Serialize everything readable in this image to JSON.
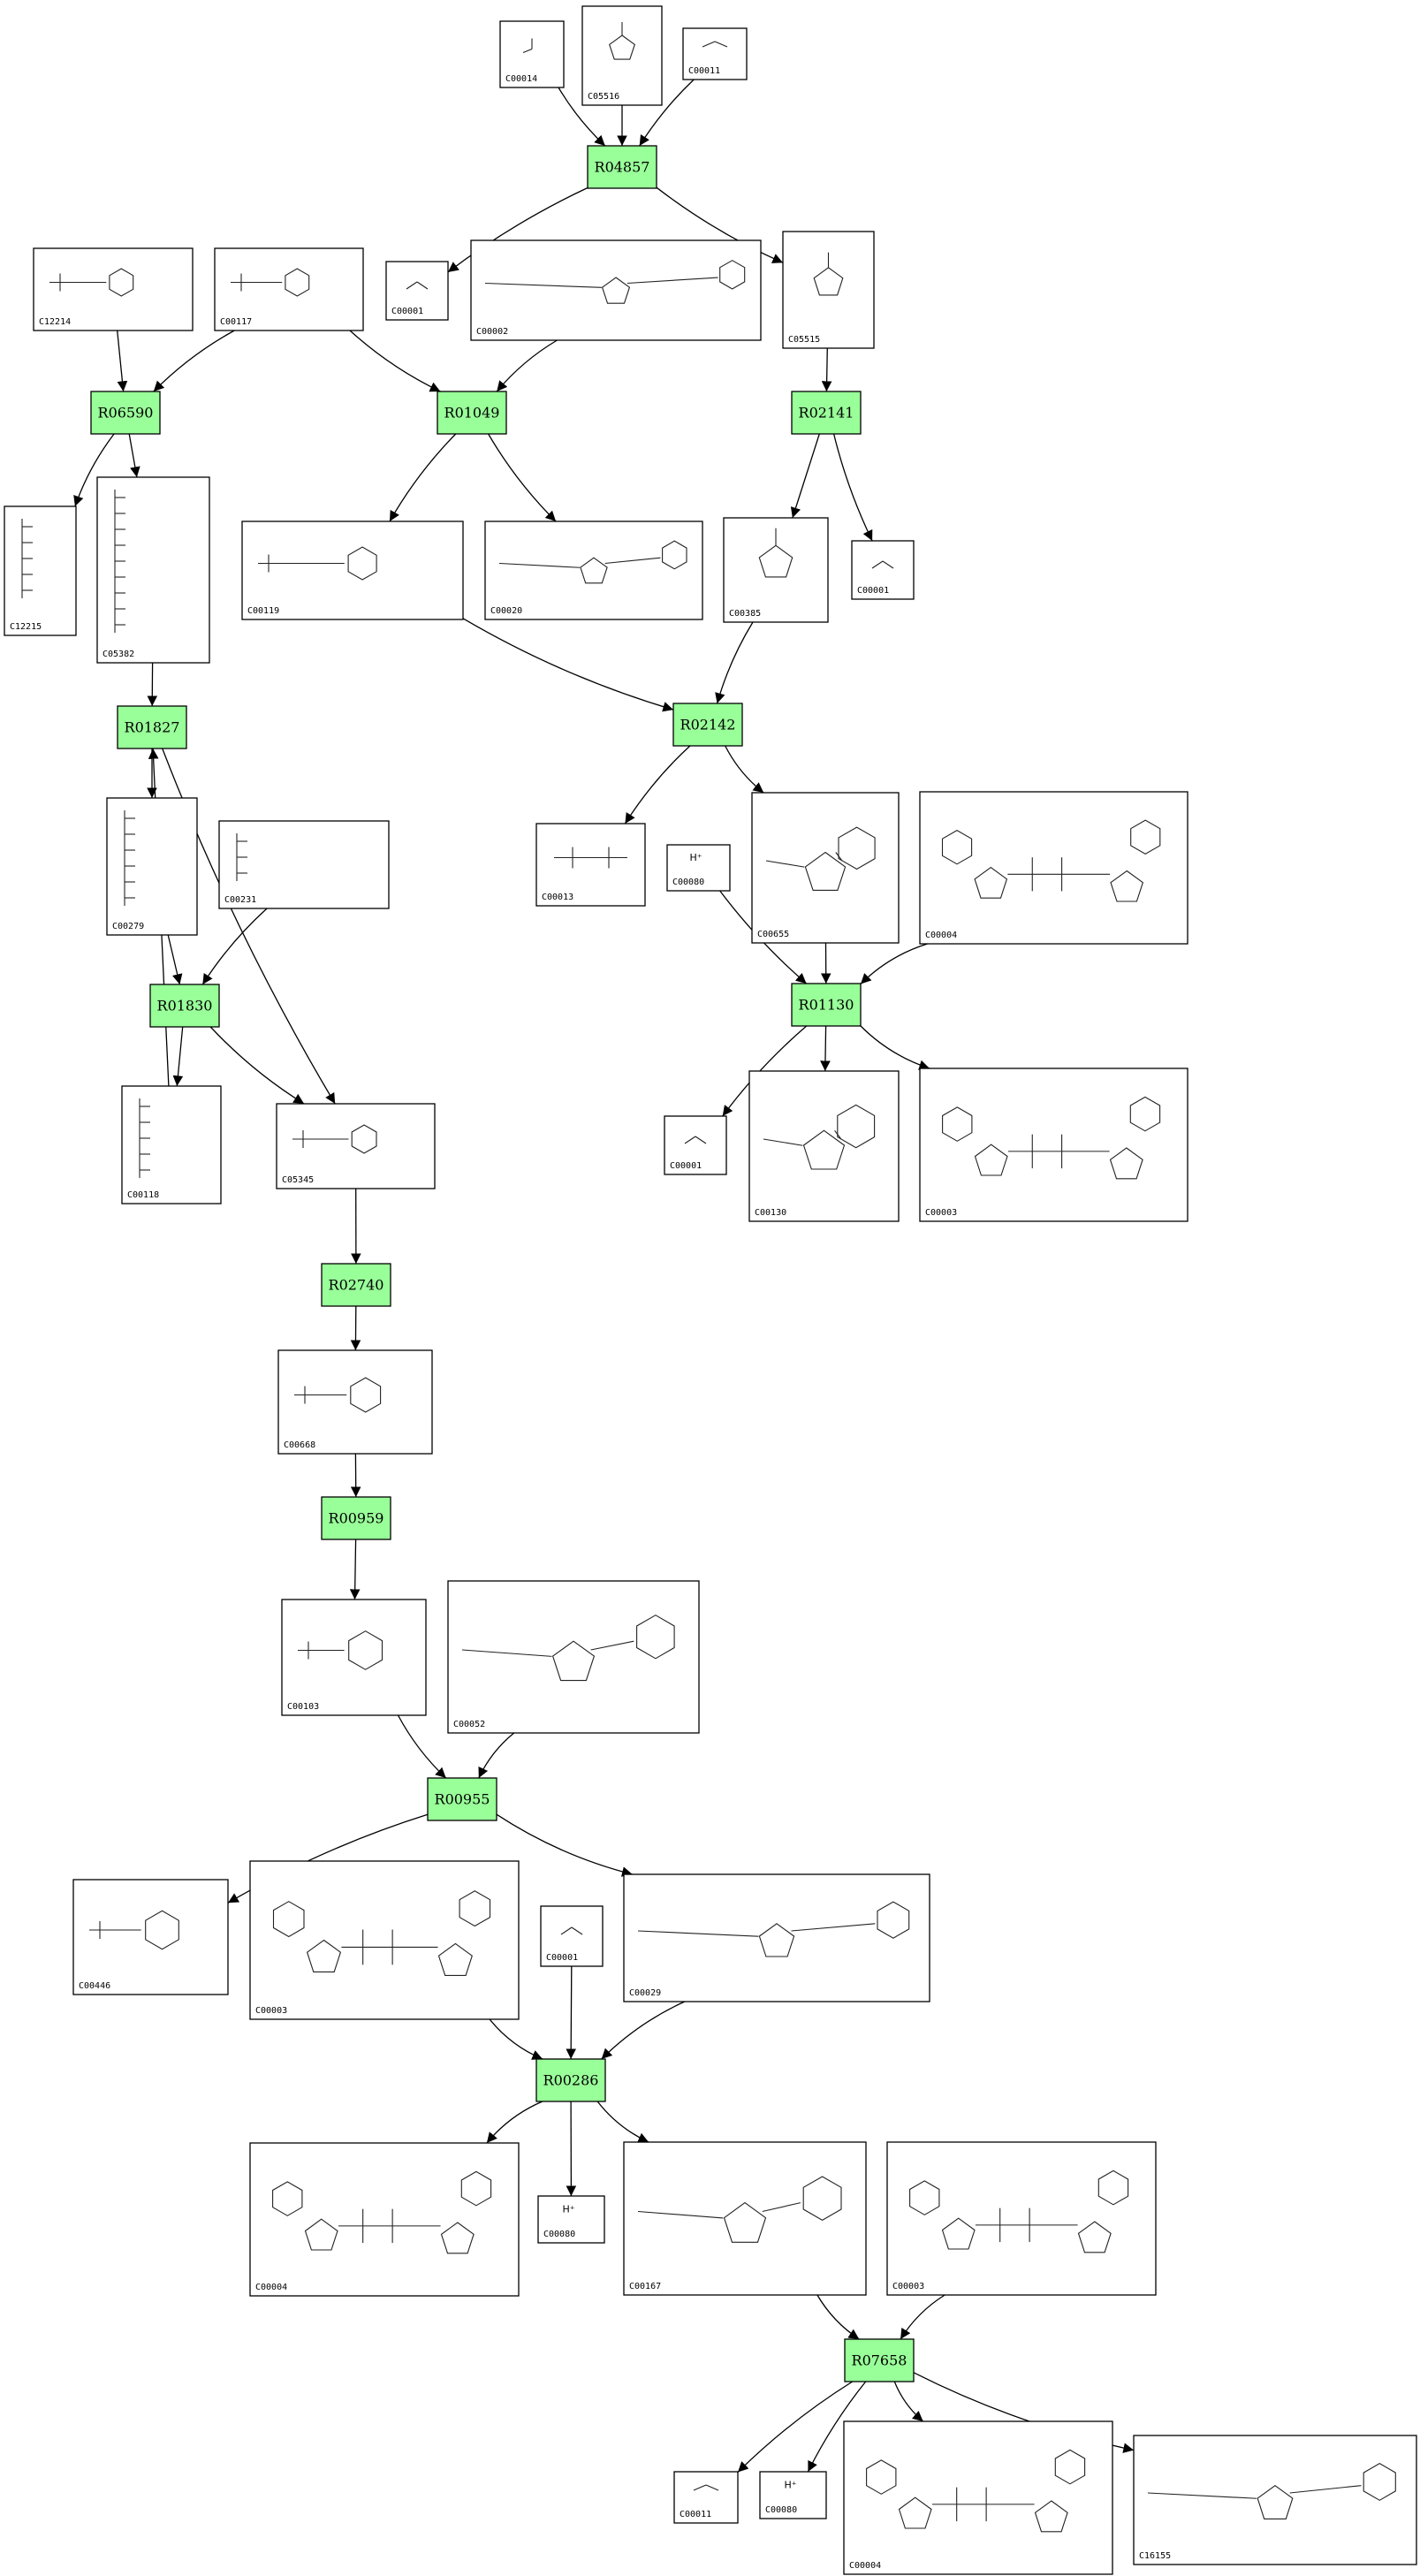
{
  "reactions": [
    {
      "id": "r04857",
      "label": "R04857"
    },
    {
      "id": "r06590",
      "label": "R06590"
    },
    {
      "id": "r01049",
      "label": "R01049"
    },
    {
      "id": "r02141",
      "label": "R02141"
    },
    {
      "id": "r01827",
      "label": "R01827"
    },
    {
      "id": "r02142",
      "label": "R02142"
    },
    {
      "id": "r01830",
      "label": "R01830"
    },
    {
      "id": "r01130",
      "label": "R01130"
    },
    {
      "id": "r02740",
      "label": "R02740"
    },
    {
      "id": "r00959",
      "label": "R00959"
    },
    {
      "id": "r00955",
      "label": "R00955"
    },
    {
      "id": "r00286",
      "label": "R00286"
    },
    {
      "id": "r07658",
      "label": "R07658"
    }
  ],
  "compounds": [
    {
      "id": "c00014_top",
      "label": "C00014",
      "kind": "ammonia"
    },
    {
      "id": "c05516_top",
      "label": "C05516",
      "kind": "ring"
    },
    {
      "id": "c00011_top",
      "label": "C00011",
      "kind": "co2"
    },
    {
      "id": "c12214",
      "label": "C12214",
      "kind": "sugar"
    },
    {
      "id": "c00117",
      "label": "C00117",
      "kind": "sugar"
    },
    {
      "id": "c00001_a",
      "label": "C00001",
      "kind": "water"
    },
    {
      "id": "c00002",
      "label": "C00002",
      "kind": "nucleotide"
    },
    {
      "id": "c05515",
      "label": "C05515",
      "kind": "ring"
    },
    {
      "id": "c12215",
      "label": "C12215",
      "kind": "chain"
    },
    {
      "id": "c05382",
      "label": "C05382",
      "kind": "chain"
    },
    {
      "id": "c00119",
      "label": "C00119",
      "kind": "sugar"
    },
    {
      "id": "c00020",
      "label": "C00020",
      "kind": "nucleotide"
    },
    {
      "id": "c00385",
      "label": "C00385",
      "kind": "ring"
    },
    {
      "id": "c00001_b",
      "label": "C00001",
      "kind": "water"
    },
    {
      "id": "c00279",
      "label": "C00279",
      "kind": "chain"
    },
    {
      "id": "c00231",
      "label": "C00231",
      "kind": "chain"
    },
    {
      "id": "c00013",
      "label": "C00013",
      "kind": "phosphate"
    },
    {
      "id": "c00080_a",
      "label": "C00080",
      "kind": "proton"
    },
    {
      "id": "c00655",
      "label": "C00655",
      "kind": "nucleotide"
    },
    {
      "id": "c00004_a",
      "label": "C00004",
      "kind": "dinucleotide"
    },
    {
      "id": "c00118",
      "label": "C00118",
      "kind": "chain"
    },
    {
      "id": "c05345",
      "label": "C05345",
      "kind": "sugar"
    },
    {
      "id": "c00001_c",
      "label": "C00001",
      "kind": "water"
    },
    {
      "id": "c00130",
      "label": "C00130",
      "kind": "nucleotide"
    },
    {
      "id": "c00003_a",
      "label": "C00003",
      "kind": "dinucleotide"
    },
    {
      "id": "c00668",
      "label": "C00668",
      "kind": "sugar"
    },
    {
      "id": "c00103",
      "label": "C00103",
      "kind": "sugar"
    },
    {
      "id": "c00052",
      "label": "C00052",
      "kind": "nucleotide"
    },
    {
      "id": "c00446",
      "label": "C00446",
      "kind": "sugar"
    },
    {
      "id": "c00003_b",
      "label": "C00003",
      "kind": "dinucleotide"
    },
    {
      "id": "c00001_d",
      "label": "C00001",
      "kind": "water"
    },
    {
      "id": "c00029",
      "label": "C00029",
      "kind": "nucleotide"
    },
    {
      "id": "c00004_b",
      "label": "C00004",
      "kind": "dinucleotide"
    },
    {
      "id": "c00080_b",
      "label": "C00080",
      "kind": "proton"
    },
    {
      "id": "c00167",
      "label": "C00167",
      "kind": "nucleotide"
    },
    {
      "id": "c00003_c",
      "label": "C00003",
      "kind": "dinucleotide"
    },
    {
      "id": "c00011_bot",
      "label": "C00011",
      "kind": "co2"
    },
    {
      "id": "c00080_c",
      "label": "C00080",
      "kind": "proton"
    },
    {
      "id": "c00004_c",
      "label": "C00004",
      "kind": "dinucleotide"
    },
    {
      "id": "c16155",
      "label": "C16155",
      "kind": "nucleotide"
    }
  ],
  "edges": [
    [
      "c00014_top",
      "r04857"
    ],
    [
      "c05516_top",
      "r04857"
    ],
    [
      "c00011_top",
      "r04857"
    ],
    [
      "r04857",
      "c00001_a"
    ],
    [
      "r04857",
      "c05515"
    ],
    [
      "c12214",
      "r06590"
    ],
    [
      "c00117",
      "r06590"
    ],
    [
      "c00117",
      "r01049"
    ],
    [
      "c00002",
      "r01049"
    ],
    [
      "c05515",
      "r02141"
    ],
    [
      "r06590",
      "c12215"
    ],
    [
      "r06590",
      "c05382"
    ],
    [
      "r01049",
      "c00119"
    ],
    [
      "r01049",
      "c00020"
    ],
    [
      "r02141",
      "c00385"
    ],
    [
      "r02141",
      "c00001_b"
    ],
    [
      "c05382",
      "r01827"
    ],
    [
      "c00119",
      "r02142"
    ],
    [
      "c00385",
      "r02142"
    ],
    [
      "r01827",
      "c00279"
    ],
    [
      "r01827",
      "c05345"
    ],
    [
      "r02142",
      "c00013"
    ],
    [
      "r02142",
      "c00655"
    ],
    [
      "c00279",
      "r01830"
    ],
    [
      "c00231",
      "r01830"
    ],
    [
      "r01830",
      "c00118"
    ],
    [
      "r01830",
      "c05345"
    ],
    [
      "c00118",
      "r01827"
    ],
    [
      "c00080_a",
      "r01130"
    ],
    [
      "c00655",
      "r01130"
    ],
    [
      "c00004_a",
      "r01130"
    ],
    [
      "r01130",
      "c00001_c"
    ],
    [
      "r01130",
      "c00130"
    ],
    [
      "r01130",
      "c00003_a"
    ],
    [
      "c05345",
      "r02740"
    ],
    [
      "r02740",
      "c00668"
    ],
    [
      "c00668",
      "r00959"
    ],
    [
      "r00959",
      "c00103"
    ],
    [
      "c00103",
      "r00955"
    ],
    [
      "c00052",
      "r00955"
    ],
    [
      "r00955",
      "c00446"
    ],
    [
      "r00955",
      "c00029"
    ],
    [
      "c00003_b",
      "r00286"
    ],
    [
      "c00001_d",
      "r00286"
    ],
    [
      "c00029",
      "r00286"
    ],
    [
      "r00286",
      "c00004_b"
    ],
    [
      "r00286",
      "c00080_b"
    ],
    [
      "r00286",
      "c00167"
    ],
    [
      "c00167",
      "r07658"
    ],
    [
      "c00003_c",
      "r07658"
    ],
    [
      "r07658",
      "c00011_bot"
    ],
    [
      "r07658",
      "c00080_c"
    ],
    [
      "r07658",
      "c00004_c"
    ],
    [
      "r07658",
      "c16155"
    ]
  ],
  "colors": {
    "reaction_fill": "#99ff99",
    "stroke": "#000000",
    "background": "#ffffff"
  }
}
